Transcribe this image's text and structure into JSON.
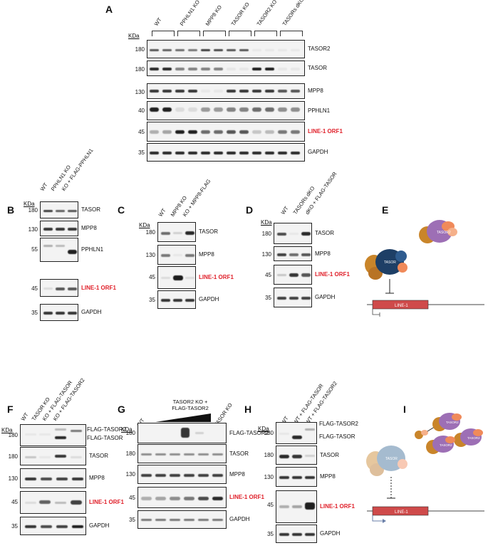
{
  "panels": {
    "A": {
      "letter": "A",
      "kda": "KDa",
      "lanes": [
        "WT",
        "PPHLN1 KO",
        "MPP8 KO",
        "TASOR KO",
        "TASOR2 KO",
        "TASORs dKO"
      ],
      "rows": [
        {
          "label": "TASOR2",
          "mw": "180",
          "red": false
        },
        {
          "label": "TASOR",
          "mw": "180",
          "red": false
        },
        {
          "label": "MPP8",
          "mw": "130",
          "red": false
        },
        {
          "label": "PPHLN1",
          "mw": "40",
          "red": false
        },
        {
          "label": "LINE-1 ORF1",
          "mw": "45",
          "red": true
        },
        {
          "label": "GAPDH",
          "mw": "35",
          "red": false
        }
      ]
    },
    "B": {
      "letter": "B",
      "kda": "KDa",
      "lanes": [
        "WT",
        "PPHLN1 KO",
        "KO + FLAG-PPHLN1"
      ],
      "rows": [
        {
          "label": "TASOR",
          "mw": "180",
          "red": false
        },
        {
          "label": "MPP8",
          "mw": "130",
          "red": false
        },
        {
          "label": "PPHLN1",
          "mw": "55",
          "red": false
        },
        {
          "label": "LINE-1 ORF1",
          "mw": "45",
          "red": true
        },
        {
          "label": "GAPDH",
          "mw": "35",
          "red": false
        }
      ]
    },
    "C": {
      "letter": "C",
      "kda": "KDa",
      "lanes": [
        "WT",
        "MPP8 KO",
        "KO + MPP8-FLAG"
      ],
      "rows": [
        {
          "label": "TASOR",
          "mw": "180",
          "red": false
        },
        {
          "label": "MPP8",
          "mw": "130",
          "red": false
        },
        {
          "label": "LINE-1 ORF1",
          "mw": "45",
          "red": true
        },
        {
          "label": "GAPDH",
          "mw": "35",
          "red": false
        }
      ]
    },
    "D": {
      "letter": "D",
      "kda": "KDa",
      "lanes": [
        "WT",
        "TASORs dKO",
        "dKO + FLAG-TASOR"
      ],
      "rows": [
        {
          "label": "TASOR",
          "mw": "180",
          "red": false
        },
        {
          "label": "MPP8",
          "mw": "130",
          "red": false
        },
        {
          "label": "LINE-1 ORF1",
          "mw": "45",
          "red": true
        },
        {
          "label": "GAPDH",
          "mw": "35",
          "red": false
        }
      ]
    },
    "E": {
      "letter": "E",
      "tasor": "TASOR",
      "tasor2": "TASOR2",
      "line1": "LINE-1"
    },
    "F": {
      "letter": "F",
      "kda": "KDa",
      "lanes": [
        "WT",
        "TASOR KO",
        "KO + FLAG-TASOR",
        "KO + FLAG-TASOR2"
      ],
      "flag_labels": [
        "FLAG-TASOR2",
        "FLAG-TASOR"
      ],
      "rows": [
        {
          "label": "",
          "mw": "180",
          "red": false
        },
        {
          "label": "TASOR",
          "mw": "180",
          "red": false
        },
        {
          "label": "MPP8",
          "mw": "130",
          "red": false
        },
        {
          "label": "LINE-1 ORF1",
          "mw": "45",
          "red": true
        },
        {
          "label": "GAPDH",
          "mw": "35",
          "red": false
        }
      ]
    },
    "G": {
      "letter": "G",
      "kda": "KDa",
      "lanes": [
        "WT",
        "TASOR KO"
      ],
      "group_label": "TASOR2 KO +\nFLAG-TASOR2",
      "rows": [
        {
          "label": "FLAG-TASOR2",
          "mw": "180",
          "red": false
        },
        {
          "label": "TASOR",
          "mw": "180",
          "red": false
        },
        {
          "label": "MPP8",
          "mw": "130",
          "red": false
        },
        {
          "label": "LINE-1 ORF1",
          "mw": "45",
          "red": true
        },
        {
          "label": "GAPDH",
          "mw": "35",
          "red": false
        }
      ]
    },
    "H": {
      "letter": "H",
      "kda": "KDa",
      "lanes": [
        "WT",
        "WT + FLAG-TASOR",
        "WT + FLAG-TASOR2"
      ],
      "flag_labels": [
        "FLAG-TASOR2",
        "FLAG-TASOR"
      ],
      "rows": [
        {
          "label": "",
          "mw": "180",
          "red": false
        },
        {
          "label": "TASOR",
          "mw": "180",
          "red": false
        },
        {
          "label": "MPP8",
          "mw": "130",
          "red": false
        },
        {
          "label": "LINE-1 ORF1",
          "mw": "45",
          "red": true
        },
        {
          "label": "GAPDH",
          "mw": "35",
          "red": false
        }
      ]
    },
    "I": {
      "letter": "I",
      "tasor": "TASOR",
      "tasor2": "TASOR2",
      "line1": "LINE-1"
    }
  }
}
